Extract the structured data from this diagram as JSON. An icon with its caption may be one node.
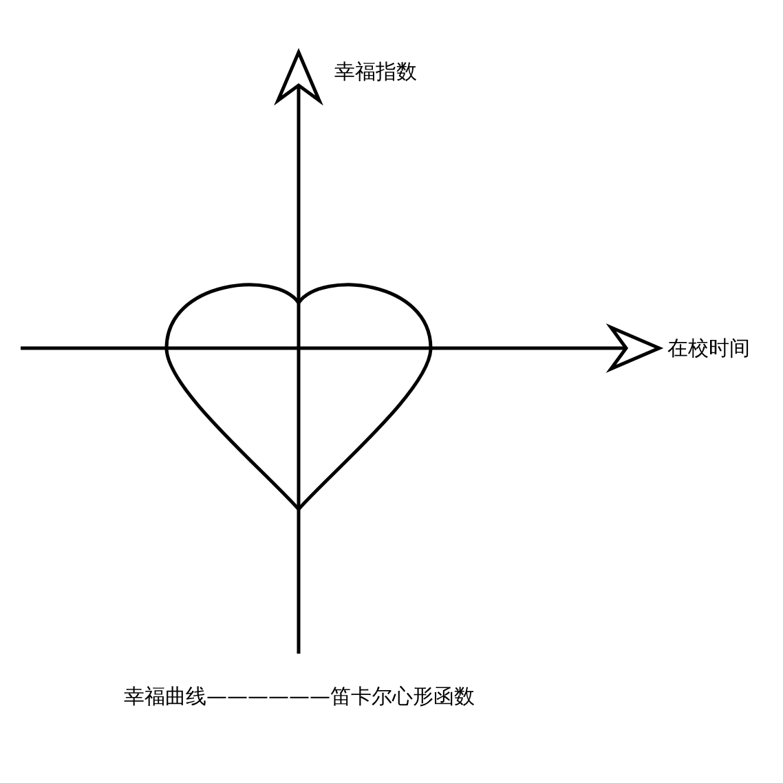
{
  "diagram": {
    "caption": "幸福曲线——————笛卡尔心形函数",
    "labels": [
      "幸福指数",
      "在校时间"
    ]
  }
}
